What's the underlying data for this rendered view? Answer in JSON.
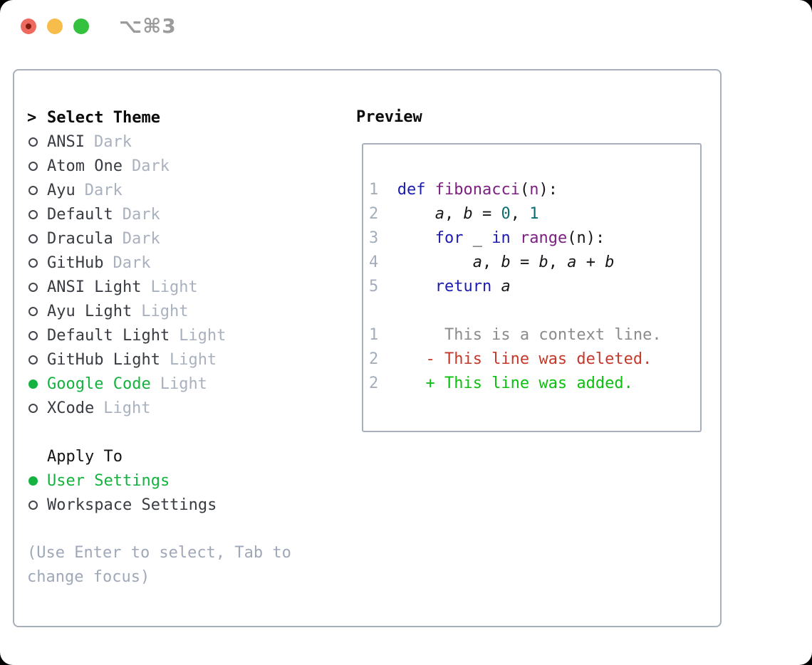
{
  "titlebar": {
    "shortcut": "⌥⌘3"
  },
  "colors": {
    "selection_green": "#14b23e",
    "panel_border": "#a7afbb",
    "variant_gray": "#a9b1bf",
    "hint_gray": "#9fa8b8",
    "titlebar_gray": "#9b9b9b",
    "traffic_red": "#ee6a5e",
    "traffic_yellow": "#f6bd4a",
    "traffic_green": "#34c13d",
    "syntax": {
      "keyword": "#1c1cae",
      "function": "#7d2082",
      "literal": "#0b6e6e",
      "plain": "#17181a"
    },
    "diff": {
      "context": "#8b8b8b",
      "deleted": "#c5392b",
      "added": "#0cc00f"
    }
  },
  "picker": {
    "prompt": ">",
    "title": "Select Theme",
    "themes": [
      {
        "name": "ANSI",
        "variant": "Dark",
        "selected": false
      },
      {
        "name": "Atom One",
        "variant": "Dark",
        "selected": false
      },
      {
        "name": "Ayu",
        "variant": "Dark",
        "selected": false
      },
      {
        "name": "Default",
        "variant": "Dark",
        "selected": false
      },
      {
        "name": "Dracula",
        "variant": "Dark",
        "selected": false
      },
      {
        "name": "GitHub",
        "variant": "Dark",
        "selected": false
      },
      {
        "name": "ANSI Light",
        "variant": "Light",
        "selected": false
      },
      {
        "name": "Ayu Light",
        "variant": "Light",
        "selected": false
      },
      {
        "name": "Default Light",
        "variant": "Light",
        "selected": false
      },
      {
        "name": "GitHub Light",
        "variant": "Light",
        "selected": false
      },
      {
        "name": "Google Code",
        "variant": "Light",
        "selected": true
      },
      {
        "name": "XCode",
        "variant": "Light",
        "selected": false
      }
    ],
    "apply_to": {
      "title": "Apply To",
      "options": [
        {
          "name": "User Settings",
          "selected": true
        },
        {
          "name": "Workspace Settings",
          "selected": false
        }
      ]
    },
    "hint": "(Use Enter to select, Tab to change focus)"
  },
  "preview": {
    "title": "Preview",
    "lines": [
      {
        "num": "1",
        "segments": [
          {
            "text": "def",
            "style": "keyword"
          },
          {
            "text": " ",
            "style": "plain"
          },
          {
            "text": "fibonacci",
            "style": "function"
          },
          {
            "text": "(",
            "style": "plain"
          },
          {
            "text": "n",
            "style": "function"
          },
          {
            "text": "):",
            "style": "plain"
          }
        ]
      },
      {
        "num": "2",
        "segments": [
          {
            "text": "    ",
            "style": "plain"
          },
          {
            "text": "a",
            "style": "variable"
          },
          {
            "text": ", ",
            "style": "plain"
          },
          {
            "text": "b",
            "style": "variable"
          },
          {
            "text": " = ",
            "style": "plain"
          },
          {
            "text": "0",
            "style": "literal"
          },
          {
            "text": ", ",
            "style": "plain"
          },
          {
            "text": "1",
            "style": "literal"
          }
        ]
      },
      {
        "num": "3",
        "segments": [
          {
            "text": "    ",
            "style": "plain"
          },
          {
            "text": "for",
            "style": "keyword"
          },
          {
            "text": " _ ",
            "style": "plain"
          },
          {
            "text": "in",
            "style": "keyword"
          },
          {
            "text": " ",
            "style": "plain"
          },
          {
            "text": "range",
            "style": "function"
          },
          {
            "text": "(n):",
            "style": "plain"
          }
        ]
      },
      {
        "num": "4",
        "segments": [
          {
            "text": "        ",
            "style": "plain"
          },
          {
            "text": "a",
            "style": "variable"
          },
          {
            "text": ", ",
            "style": "plain"
          },
          {
            "text": "b",
            "style": "variable"
          },
          {
            "text": " = ",
            "style": "plain"
          },
          {
            "text": "b",
            "style": "variable"
          },
          {
            "text": ", ",
            "style": "plain"
          },
          {
            "text": "a",
            "style": "variable"
          },
          {
            "text": " + ",
            "style": "plain"
          },
          {
            "text": "b",
            "style": "variable"
          }
        ]
      },
      {
        "num": "5",
        "segments": [
          {
            "text": "    ",
            "style": "plain"
          },
          {
            "text": "return",
            "style": "keyword"
          },
          {
            "text": " ",
            "style": "plain"
          },
          {
            "text": "a",
            "style": "variable"
          }
        ]
      },
      {
        "num": "",
        "segments": []
      },
      {
        "num": "1",
        "segments": [
          {
            "text": "     This is a context line.",
            "style": "context"
          }
        ]
      },
      {
        "num": "2",
        "segments": [
          {
            "text": "   - This line was deleted.",
            "style": "deleted"
          }
        ]
      },
      {
        "num": "2",
        "segments": [
          {
            "text": "   + This line was added.",
            "style": "added"
          }
        ]
      }
    ]
  }
}
